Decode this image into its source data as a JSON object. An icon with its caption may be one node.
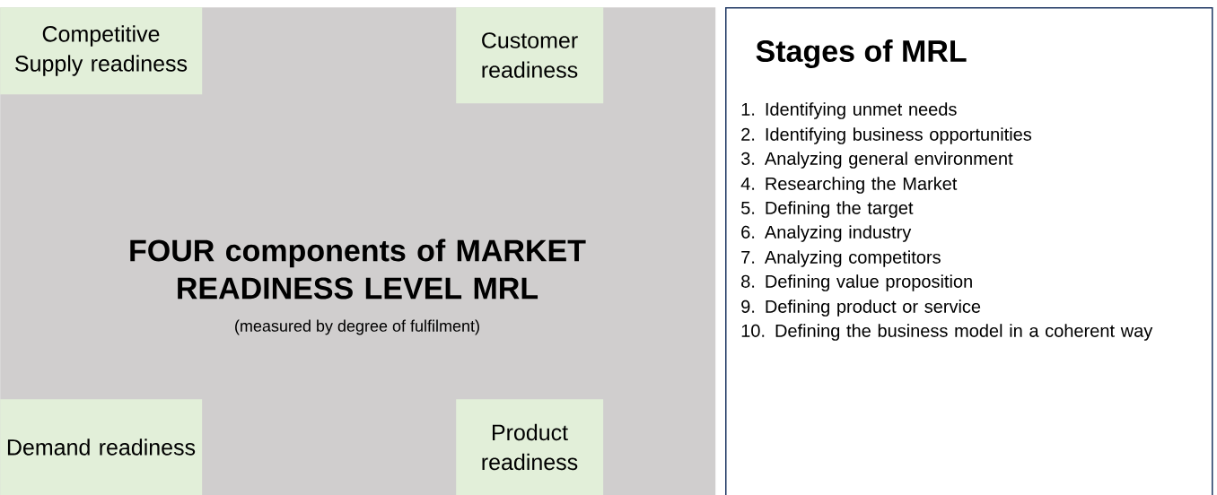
{
  "diagram": {
    "nodes": [
      {
        "text": [
          "FOUR components of MARKET READINESS LEVEL MRL",
          "(measured by degree of fulfilment)"
        ]
      },
      {
        "text": [
          "Competitive Supply readiness"
        ],
        "in": 0
      },
      {
        "text": [
          "Customer readiness"
        ],
        "in": 0
      },
      {
        "text": [
          "Demand readiness"
        ],
        "in": 0
      },
      {
        "text": [
          "Product readiness"
        ],
        "in": 0
      },
      {
        "text": [
          "Stages of MRL",
          "1. Identifying unmet needs",
          "2. Identifying business opportunities",
          "3. Analyzing general environment",
          "4. Researching the Market",
          "5. Defining the target",
          "6. Analyzing industry",
          "7. Analyzing competitors",
          "8. Defining value proposition",
          "9. Defining product or service",
          "10. Defining the business model in a coherent way"
        ]
      }
    ],
    "edges": []
  }
}
